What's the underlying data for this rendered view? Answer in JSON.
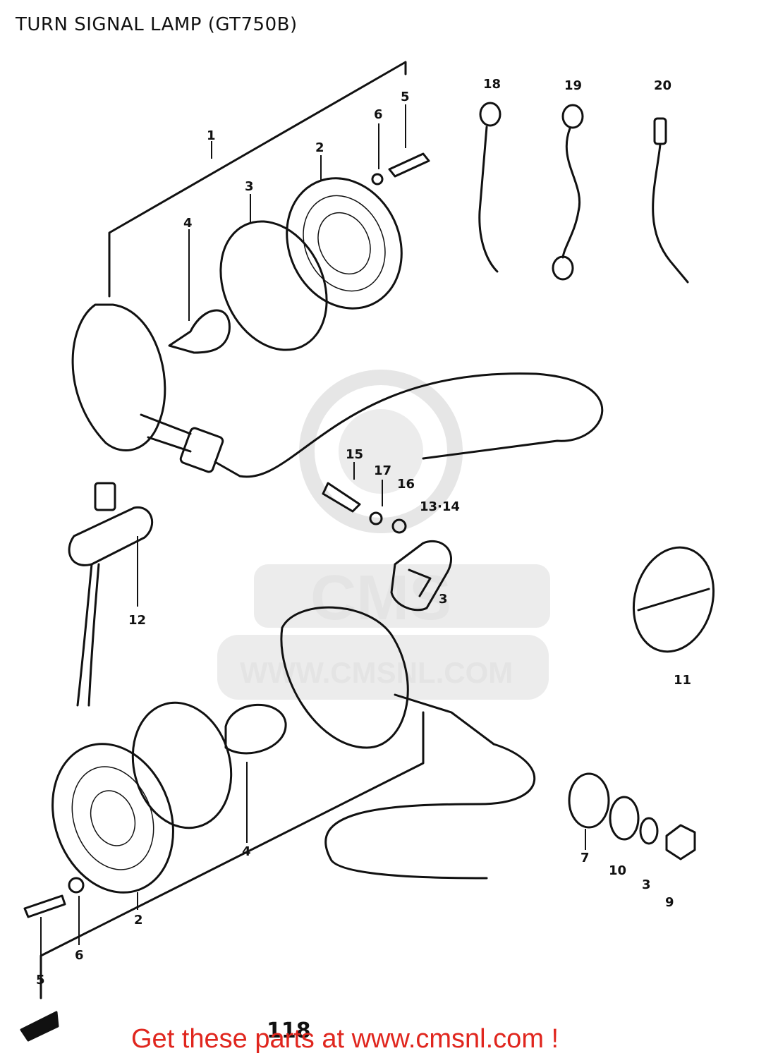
{
  "header": {
    "title": "TURN SIGNAL LAMP (GT750B)"
  },
  "footer": {
    "banner": "Get these parts at www.cmsnl.com !",
    "page_number": "118"
  },
  "watermark": {
    "brand": "CMS",
    "url": "WWW.CMSNL.COM",
    "color": "#e4e4e4"
  },
  "colors": {
    "ink": "#111111",
    "banner": "#e0261e"
  },
  "part_labels": [
    {
      "id": "p1",
      "text": "1"
    },
    {
      "id": "p2a",
      "text": "2"
    },
    {
      "id": "p3a",
      "text": "3"
    },
    {
      "id": "p4a",
      "text": "4"
    },
    {
      "id": "p5a",
      "text": "5"
    },
    {
      "id": "p6a",
      "text": "6"
    },
    {
      "id": "p18",
      "text": "18"
    },
    {
      "id": "p19",
      "text": "19"
    },
    {
      "id": "p20",
      "text": "20"
    },
    {
      "id": "p15",
      "text": "15"
    },
    {
      "id": "p17",
      "text": "17"
    },
    {
      "id": "p16",
      "text": "16"
    },
    {
      "id": "p1314",
      "text": "13·14"
    },
    {
      "id": "p12",
      "text": "12"
    },
    {
      "id": "p11",
      "text": "11"
    },
    {
      "id": "p3b",
      "text": "3"
    },
    {
      "id": "p7",
      "text": "7"
    },
    {
      "id": "p10",
      "text": "10"
    },
    {
      "id": "p3c",
      "text": "3"
    },
    {
      "id": "p9",
      "text": "9"
    },
    {
      "id": "p4b",
      "text": "4"
    },
    {
      "id": "p2b",
      "text": "2"
    },
    {
      "id": "p6b",
      "text": "6"
    },
    {
      "id": "p5b",
      "text": "5"
    }
  ]
}
